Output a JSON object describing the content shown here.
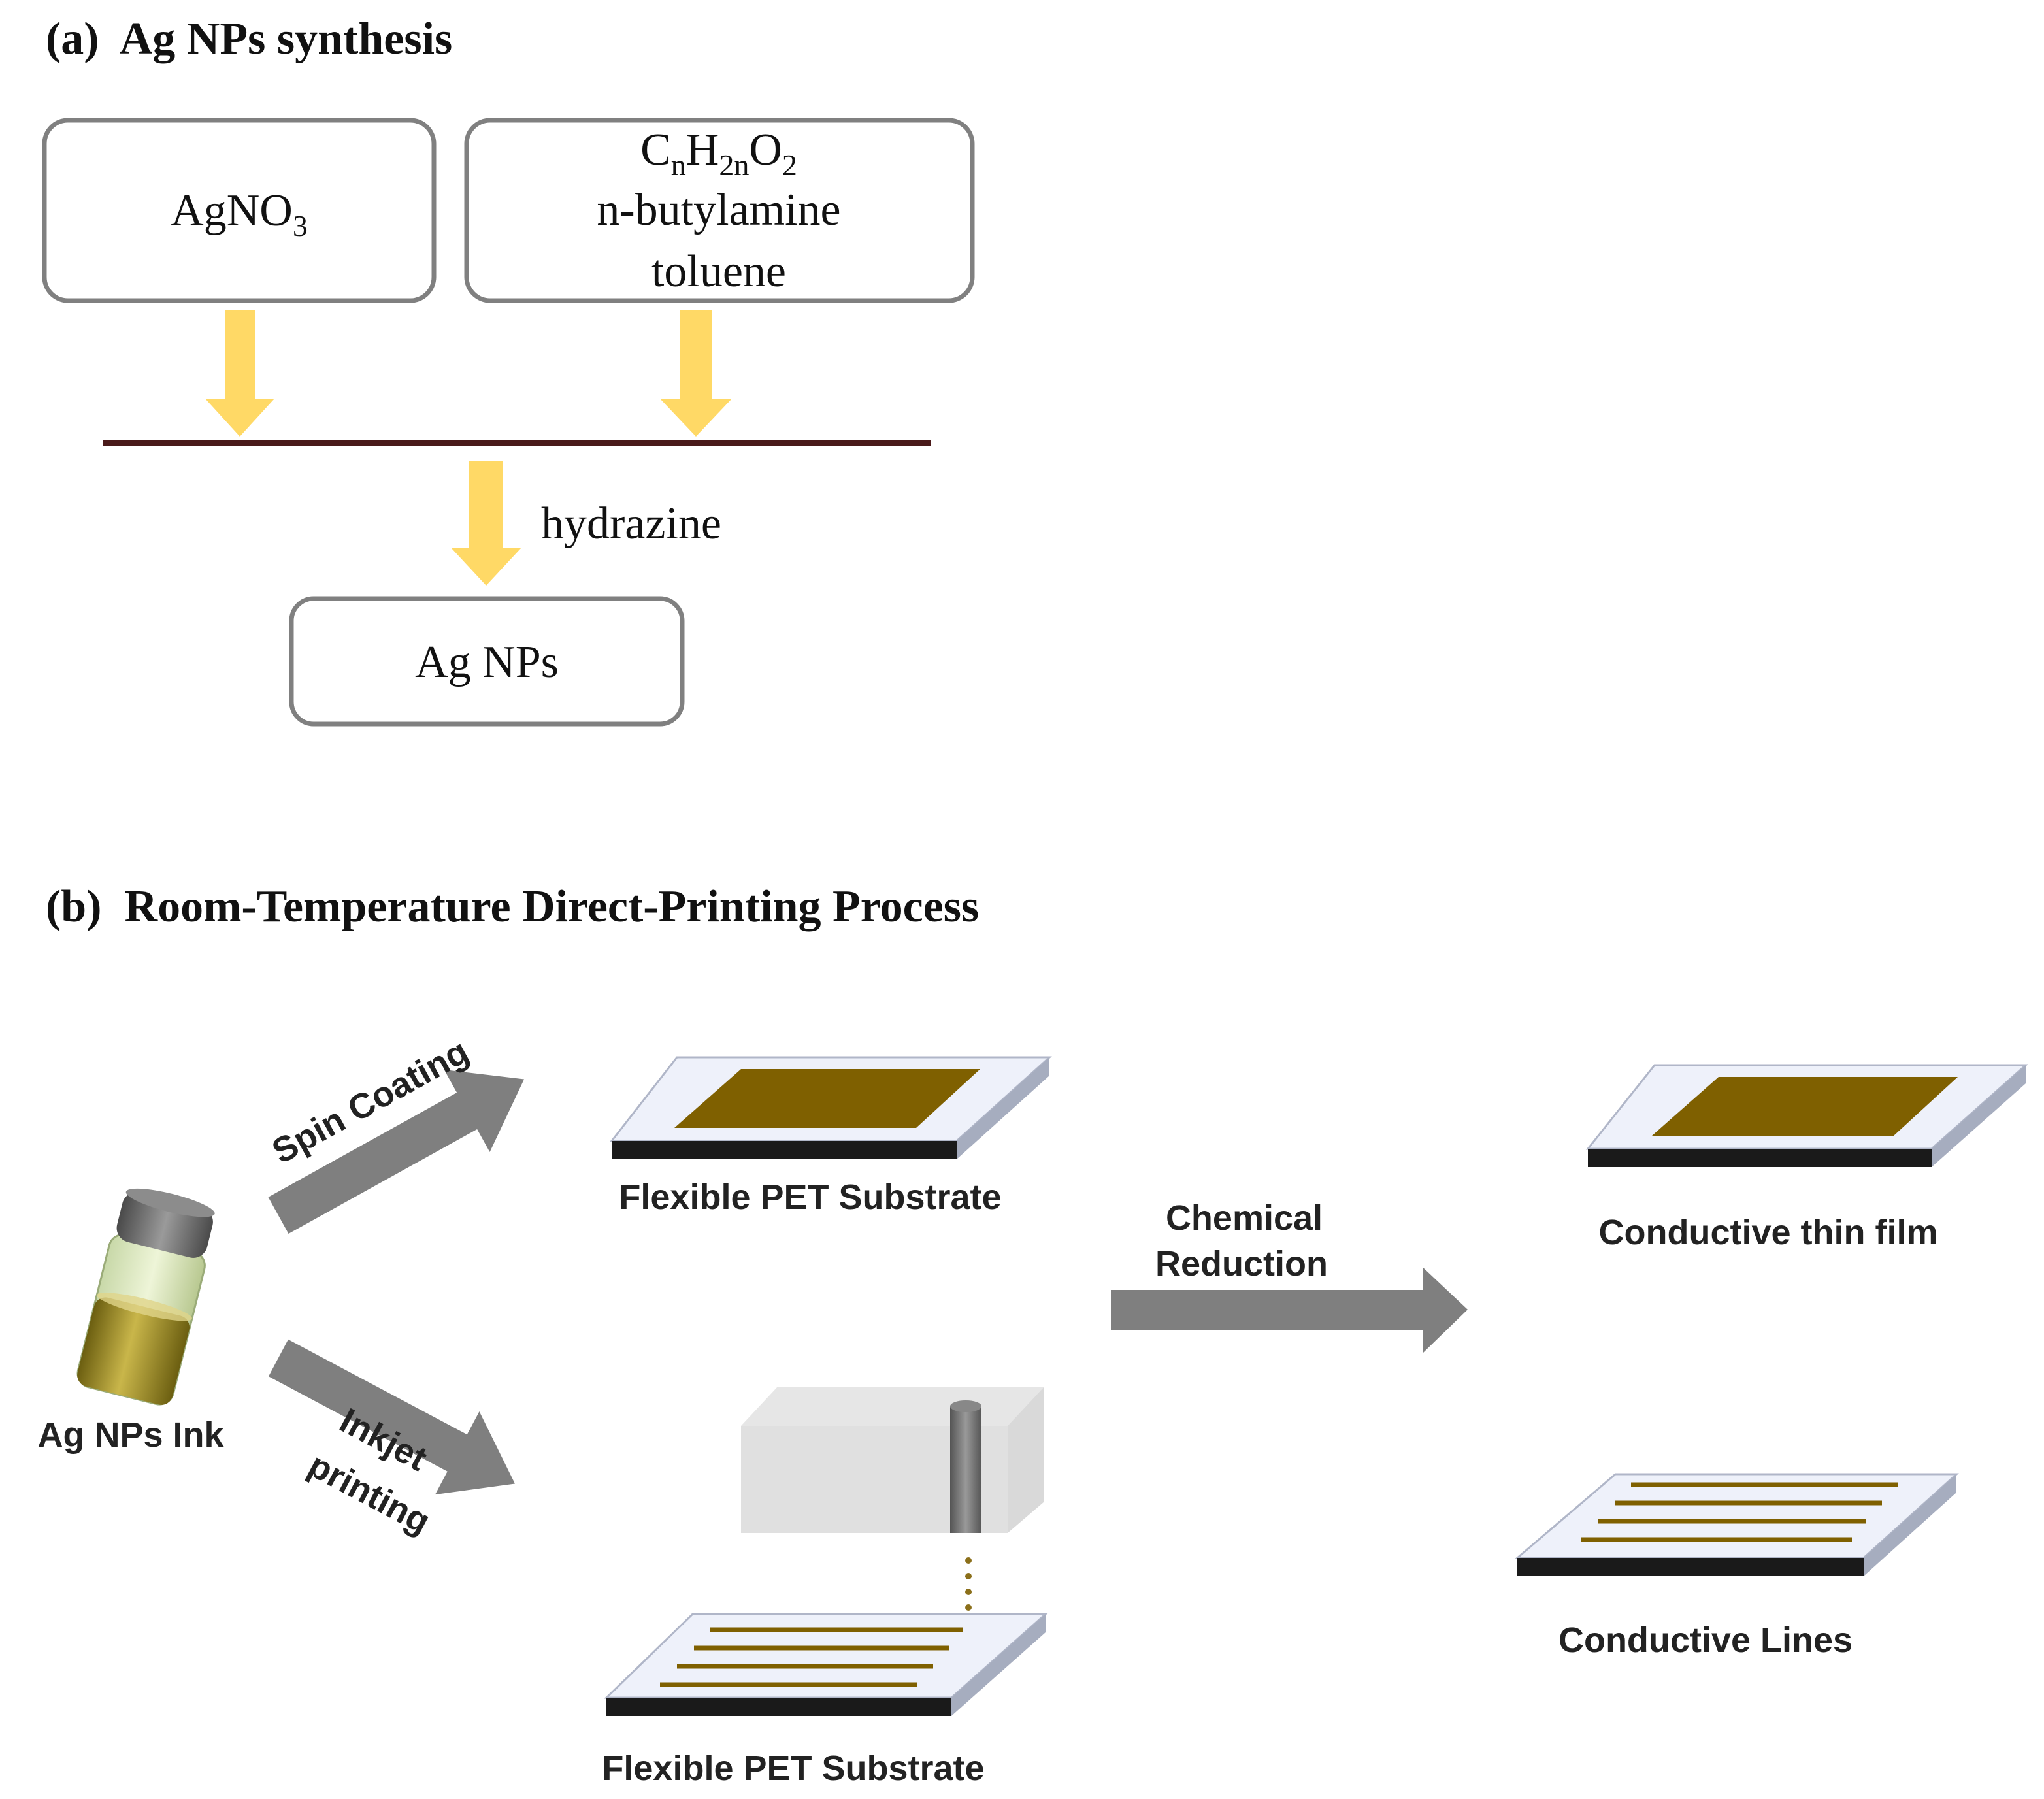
{
  "part_a": {
    "title": "(a)  Ag NPs synthesis",
    "box1_label": "AgNO",
    "box1_sub": "3",
    "box2_formula": {
      "c": "C",
      "c_sub": "n",
      "h": "H",
      "h_sub": "2n",
      "o": "O",
      "o_sub": "2"
    },
    "box2_line2": "n-butylamine",
    "box2_line3": "toluene",
    "reagent_label": "hydrazine",
    "product_label": "Ag NPs"
  },
  "part_b": {
    "title": "(b)  Room-Temperature Direct-Printing Process",
    "ink_label": "Ag NPs Ink",
    "spin_label": "Spin Coating",
    "inkjet_line1": "Inkjet",
    "inkjet_line2": "printing",
    "substrate_top_label": "Flexible PET Substrate",
    "substrate_bottom_label": "Flexible PET Substrate",
    "chemical_line1": "Chemical",
    "chemical_line2": "Reduction",
    "result_film_label": "Conductive thin film",
    "result_lines_label": "Conductive Lines"
  },
  "colors": {
    "yellow_arrow": "#FFD966",
    "gray_arrow": "#7F7F7F",
    "silver_film": "#7F6000",
    "substrate_top": "#EEF1FA",
    "substrate_edge": "#A6ADBF",
    "substrate_base": "#1A1A1A",
    "divider_line": "#4A1A1A",
    "box_border": "#808080"
  }
}
